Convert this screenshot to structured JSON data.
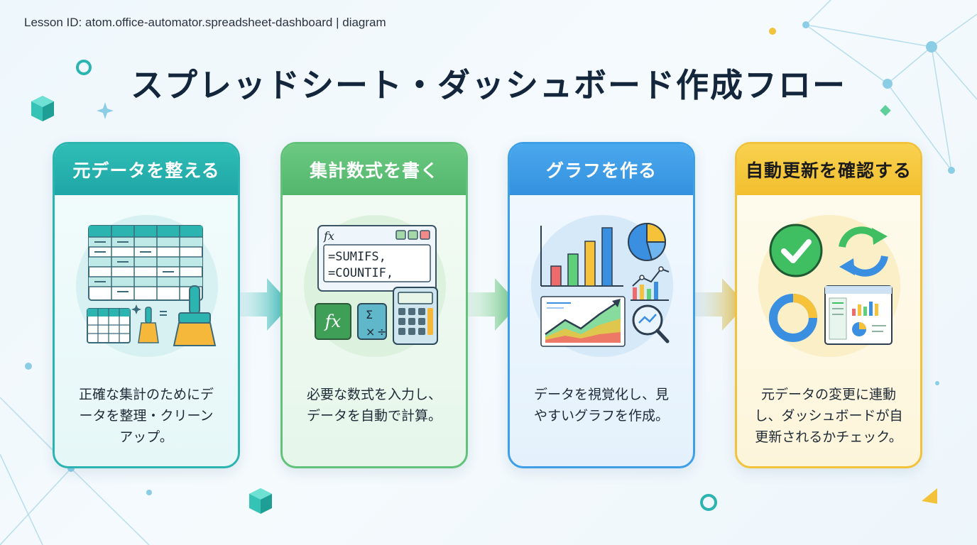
{
  "lesson_id": "Lesson ID: atom.office-automator.spreadsheet-dashboard | diagram",
  "title": "スプレッドシート・ダッシュボード作成フロー",
  "steps": [
    {
      "heading": "元データを整える",
      "description": "正確な集計のためにデ\nータを整理・クリーン\nアップ。",
      "color": "#2bb4b0"
    },
    {
      "heading": "集計数式を書く",
      "description": "必要な数式を入力し、\nデータを自動で計算。",
      "color": "#62c27a",
      "formula_lines": [
        "=SUMIFS,",
        "=COUNTIF,"
      ],
      "fx_label": "fx"
    },
    {
      "heading": "グラフを作る",
      "description": "データを視覚化し、見\nやすいグラフを作成。",
      "color": "#3d9fe6"
    },
    {
      "heading": "自動更新を確認する",
      "description": "元データの変更に連動\nし、ダッシュボードが自\n更新されるかチェック。",
      "color": "#f2c23a"
    }
  ]
}
